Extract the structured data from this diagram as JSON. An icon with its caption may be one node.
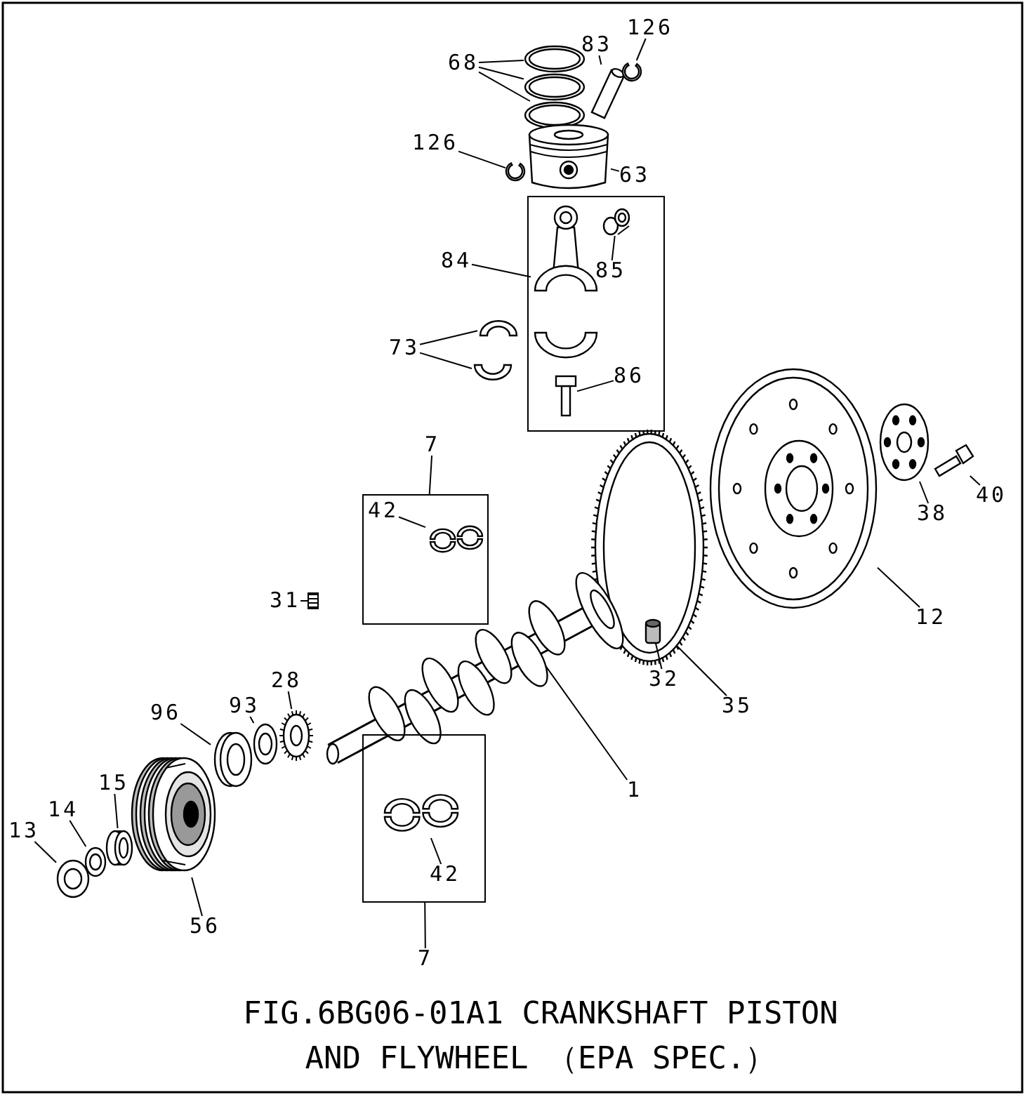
{
  "diagram": {
    "caption": "FIG.6BG06-01A1 CRANKSHAFT PISTON AND FLYWHEEL （EPA SPEC.）",
    "nodes": [
      {
        "text": [
          "68"
        ]
      },
      {
        "text": [],
        "shape": "picture"
      },
      {
        "text": [],
        "shape": "picture"
      },
      {
        "text": [],
        "shape": "picture"
      },
      {
        "text": [
          "83"
        ]
      },
      {
        "text": [],
        "shape": "picture"
      },
      {
        "text": [
          "126"
        ]
      },
      {
        "text": [],
        "shape": "picture"
      },
      {
        "text": [
          "126"
        ]
      },
      {
        "text": [],
        "shape": "picture"
      },
      {
        "text": [],
        "shape": "picture"
      },
      {
        "text": [
          "63"
        ]
      },
      {
        "text": [
          "84"
        ]
      },
      {
        "text": [],
        "shape": "picture"
      },
      {
        "text": [],
        "shape": "picture"
      },
      {
        "text": [
          "85"
        ]
      },
      {
        "text": [
          "73"
        ]
      },
      {
        "text": [],
        "shape": "picture"
      },
      {
        "text": [],
        "shape": "picture"
      },
      {
        "text": [
          "86"
        ]
      },
      {
        "text": [],
        "shape": "picture"
      },
      {
        "text": [
          "7"
        ]
      },
      {
        "text": [],
        "shape": "box"
      },
      {
        "text": [
          "42"
        ],
        "in": 22
      },
      {
        "text": [],
        "shape": "picture",
        "in": 22
      },
      {
        "text": [
          "31"
        ]
      },
      {
        "text": [],
        "shape": "bar"
      },
      {
        "text": [
          "40"
        ]
      },
      {
        "text": [],
        "shape": "picture"
      },
      {
        "text": [
          "38"
        ]
      },
      {
        "text": [],
        "shape": "picture"
      },
      {
        "text": [],
        "shape": "picture"
      },
      {
        "text": [
          "12"
        ]
      },
      {
        "text": [],
        "shape": "picture"
      },
      {
        "text": [
          "35"
        ]
      },
      {
        "text": [],
        "shape": "cylinder",
        "in": 33
      },
      {
        "text": [
          "32"
        ]
      },
      {
        "text": [],
        "shape": "picture"
      },
      {
        "text": [
          "1"
        ]
      },
      {
        "text": [
          "93"
        ]
      },
      {
        "text": [],
        "shape": "picture"
      },
      {
        "text": [
          "28"
        ]
      },
      {
        "text": [],
        "shape": "picture"
      },
      {
        "text": [
          "96"
        ]
      },
      {
        "text": [],
        "shape": "picture"
      },
      {
        "text": [
          "15"
        ]
      },
      {
        "text": [],
        "shape": "picture"
      },
      {
        "text": [
          "14"
        ]
      },
      {
        "text": [],
        "shape": "picture"
      },
      {
        "text": [
          "13"
        ]
      },
      {
        "text": [],
        "shape": "picture"
      },
      {
        "text": [
          "56"
        ]
      },
      {
        "text": [],
        "shape": "picture"
      },
      {
        "text": [],
        "shape": "box"
      },
      {
        "text": [],
        "shape": "picture",
        "in": 53
      },
      {
        "text": [
          "42"
        ],
        "in": 53
      },
      {
        "text": [
          "7"
        ]
      }
    ],
    "edges": [
      {
        "from": 0,
        "to": 1,
        "arrow": "none"
      },
      {
        "from": 0,
        "to": 2,
        "arrow": "none"
      },
      {
        "from": 0,
        "to": 3,
        "arrow": "none"
      },
      {
        "from": 4,
        "to": 5,
        "arrow": "none"
      },
      {
        "from": 6,
        "to": 7,
        "arrow": "none"
      },
      {
        "from": 8,
        "to": 9,
        "arrow": "none"
      },
      {
        "from": 11,
        "to": 10,
        "arrow": "none"
      },
      {
        "from": 12,
        "to": 13,
        "arrow": "none"
      },
      {
        "from": 15,
        "to": 14,
        "arrow": "none"
      },
      {
        "from": 16,
        "to": 17,
        "arrow": "none"
      },
      {
        "from": 16,
        "to": 18,
        "arrow": "none"
      },
      {
        "from": 19,
        "to": 20,
        "arrow": "none"
      },
      {
        "from": 21,
        "to": 22,
        "arrow": "none"
      },
      {
        "from": 23,
        "to": 24,
        "arrow": "none"
      },
      {
        "from": 25,
        "to": 26,
        "arrow": "none"
      },
      {
        "from": 27,
        "to": 28,
        "arrow": "none"
      },
      {
        "from": 29,
        "to": 30,
        "arrow": "none"
      },
      {
        "from": 32,
        "to": 31,
        "arrow": "none"
      },
      {
        "from": 34,
        "to": 33,
        "arrow": "none"
      },
      {
        "from": 36,
        "to": 35,
        "arrow": "none"
      },
      {
        "from": 38,
        "to": 37,
        "arrow": "none"
      },
      {
        "from": 39,
        "to": 40,
        "arrow": "none"
      },
      {
        "from": 41,
        "to": 42,
        "arrow": "none"
      },
      {
        "from": 43,
        "to": 44,
        "arrow": "none"
      },
      {
        "from": 45,
        "to": 46,
        "arrow": "none"
      },
      {
        "from": 47,
        "to": 48,
        "arrow": "none"
      },
      {
        "from": 49,
        "to": 50,
        "arrow": "none"
      },
      {
        "from": 51,
        "to": 52,
        "arrow": "none"
      },
      {
        "from": 55,
        "to": 54,
        "arrow": "none"
      },
      {
        "from": 56,
        "to": 53,
        "arrow": "none"
      }
    ]
  }
}
